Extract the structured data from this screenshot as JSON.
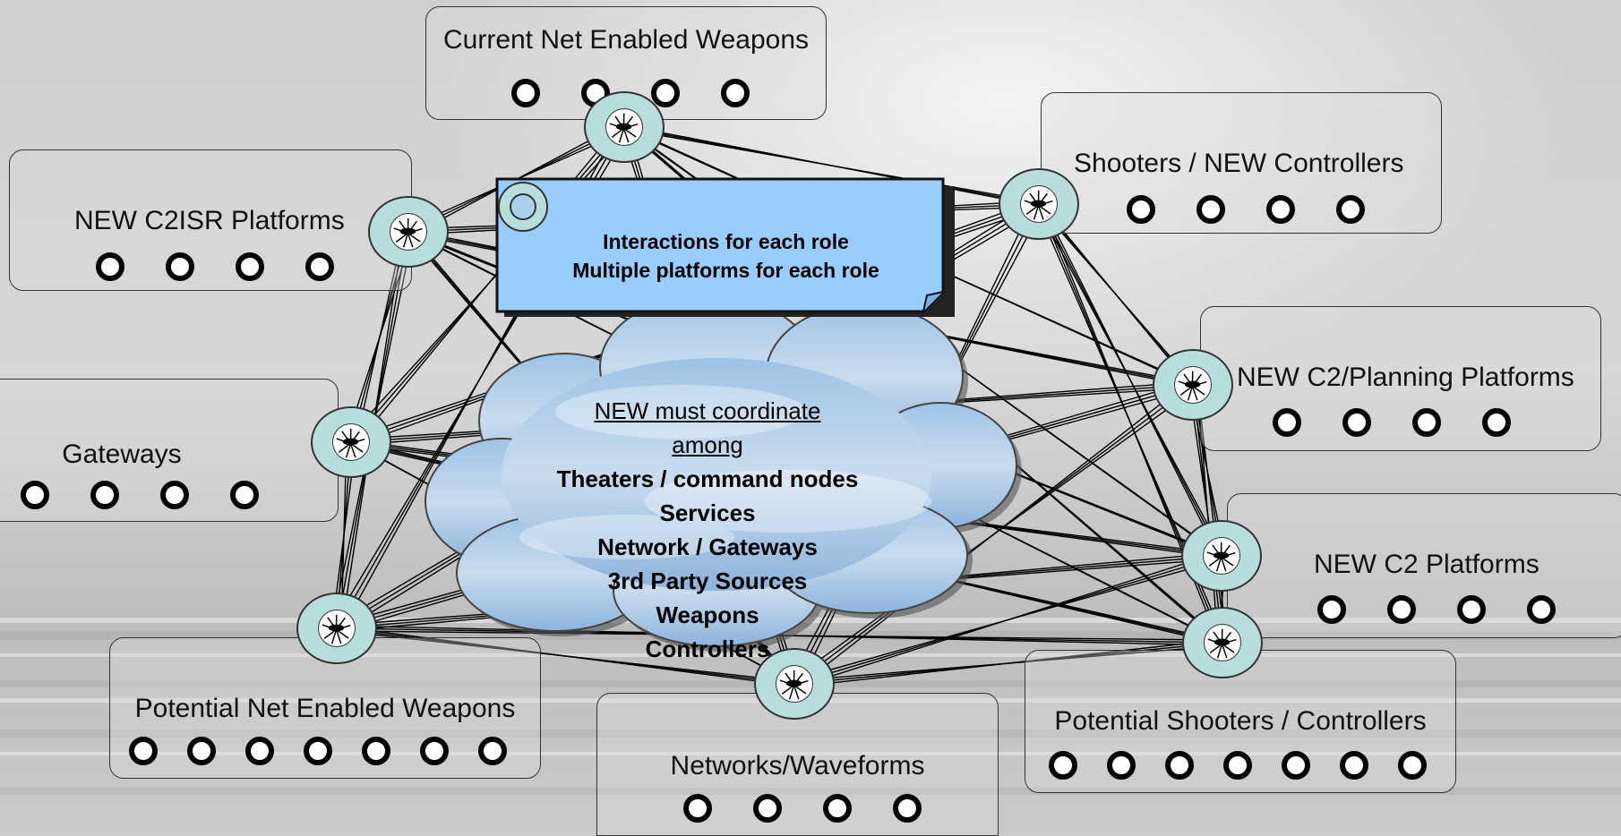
{
  "note": {
    "line1": "Interactions for each role",
    "line2": "Multiple platforms for each role"
  },
  "cloud": {
    "line1": "NEW must coordinate",
    "line2": "among",
    "line3": "Theaters / command nodes",
    "line4": "Services",
    "line5": "Network / Gateways",
    "line6": "3rd Party Sources",
    "line7": "Weapons",
    "line8": "Controllers"
  },
  "boxes": {
    "current_weapons": {
      "title": "Current Net Enabled Weapons",
      "dot_count": 4
    },
    "c2isr": {
      "title": "NEW C2ISR Platforms",
      "dot_count": 4
    },
    "shooters_controllers": {
      "title": "Shooters / NEW Controllers",
      "dot_count": 4
    },
    "gateways": {
      "title": "Gateways",
      "dot_count": 4
    },
    "c2_planning": {
      "title": "NEW C2/Planning Platforms",
      "dot_count": 4
    },
    "c2_platforms": {
      "title": "NEW C2 Platforms",
      "dot_count": 4
    },
    "potential_weapons": {
      "title": "Potential  Net Enabled Weapons",
      "dot_count": 7
    },
    "potential_shooters": {
      "title": "Potential  Shooters / Controllers",
      "dot_count": 7
    },
    "networks": {
      "title": "Networks/Waveforms",
      "dot_count": 4
    }
  },
  "colors": {
    "hub_fill": "#b7dedd",
    "note_fill": "#99ccff",
    "cloud_fill": "#a8c8e8"
  }
}
